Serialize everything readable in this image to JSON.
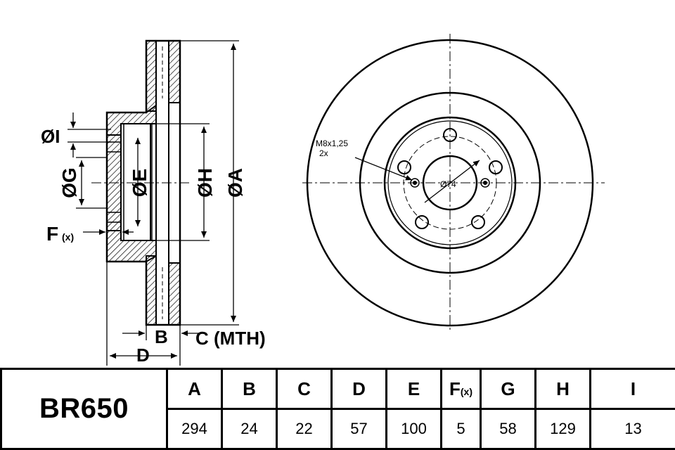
{
  "drawing": {
    "dim_labels": {
      "A": "ØA",
      "B": "B",
      "C": "C (MTH)",
      "D": "D",
      "E": "ØE",
      "F": "F",
      "F_sub": "(x)",
      "G": "ØG",
      "H": "ØH",
      "I": "ØI"
    },
    "thread_label": "M8x1,25",
    "thread_count": "2x",
    "pcd_label": "Ø74"
  },
  "table": {
    "part_number": "BR650",
    "headers": [
      {
        "main": "A",
        "sub": ""
      },
      {
        "main": "B",
        "sub": ""
      },
      {
        "main": "C",
        "sub": ""
      },
      {
        "main": "D",
        "sub": ""
      },
      {
        "main": "E",
        "sub": ""
      },
      {
        "main": "F",
        "sub": "(x)"
      },
      {
        "main": "G",
        "sub": ""
      },
      {
        "main": "H",
        "sub": ""
      },
      {
        "main": "I",
        "sub": ""
      }
    ],
    "values": [
      "294",
      "24",
      "22",
      "57",
      "100",
      "5",
      "58",
      "129",
      "13"
    ]
  }
}
